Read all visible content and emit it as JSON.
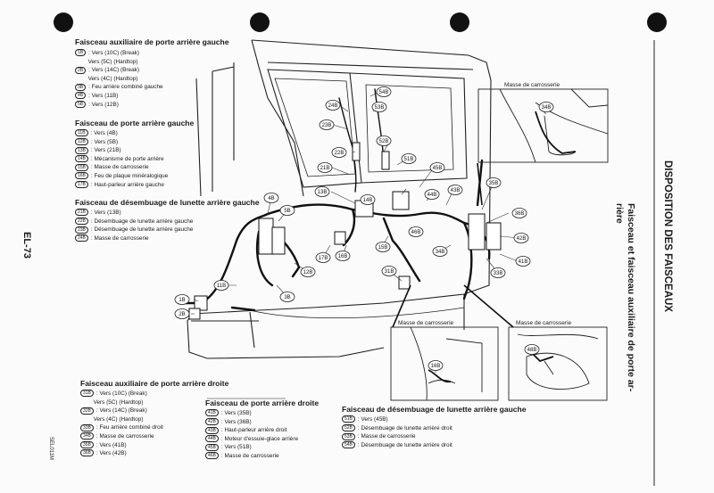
{
  "page": {
    "page_number": "EL-73",
    "side_title": "DISPOSITION DES FAISCEAUX",
    "side_subtitle_1": "Faisceau et faisceau auxiliaire de porte ar-",
    "side_subtitle_2": "rière",
    "figure_id": "SEL011M"
  },
  "sections": {
    "aux_gauche": {
      "title": "Faisceau auxiliaire de porte arrière gauche",
      "items": [
        {
          "code": "1B",
          "text": ": Vers (10C) (Break)"
        },
        {
          "code": "",
          "text": "Vers (5C) (Hardtop)"
        },
        {
          "code": "2B",
          "text": ": Vers (14C) (Break)"
        },
        {
          "code": "",
          "text": "Vers (4C) (Hardtop)"
        },
        {
          "code": "3B",
          "text": ": Feu arrière combiné gauche"
        },
        {
          "code": "4B",
          "text": ": Vers (11B)"
        },
        {
          "code": "5B",
          "text": ": Vers (12B)"
        }
      ]
    },
    "porte_gauche": {
      "title": "Faisceau de porte arrière gauche",
      "items": [
        {
          "code": "11B",
          "text": ": Vers (4B)"
        },
        {
          "code": "12B",
          "text": ": Vers (5B)"
        },
        {
          "code": "13B",
          "text": ": Vers (21B)"
        },
        {
          "code": "14B",
          "text": ": Mécanisme de porte arrière"
        },
        {
          "code": "15B",
          "text": ": Masse de carrosserie"
        },
        {
          "code": "16B",
          "text": ": Feu de plaque minéralogique"
        },
        {
          "code": "17B",
          "text": ": Haut-parleur arrière gauche"
        }
      ]
    },
    "desembuage_gauche": {
      "title": "Faisceau de désembuage de lunette arrière gauche",
      "items": [
        {
          "code": "21B",
          "text": ": Vers (13B)"
        },
        {
          "code": "22B",
          "text": ": Désembuage de lunette arrière gauche"
        },
        {
          "code": "23B",
          "text": ": Désembuage de lunette arrière gauche"
        },
        {
          "code": "24B",
          "text": ": Masse de carrosserie"
        }
      ]
    },
    "aux_droite": {
      "title": "Faisceau auxiliaire de porte arrière droite",
      "items": [
        {
          "code": "31B",
          "text": ": Vers (10C) (Break)"
        },
        {
          "code": "",
          "text": "Vers (5C) (Hardtop)"
        },
        {
          "code": "32B",
          "text": ": Vers (14C) (Break)"
        },
        {
          "code": "",
          "text": "Vers (4C) (Hardtop)"
        },
        {
          "code": "33B",
          "text": ": Feu arrière combiné droit"
        },
        {
          "code": "34B",
          "text": ": Masse de carrosserie"
        },
        {
          "code": "35B",
          "text": ": Vers (41B)"
        },
        {
          "code": "36B",
          "text": ": Vers (42B)"
        }
      ]
    },
    "porte_droite": {
      "title": "Faisceau de porte arrière droite",
      "items": [
        {
          "code": "41B",
          "text": ": Vers (35B)"
        },
        {
          "code": "42B",
          "text": ": Vers (36B)"
        },
        {
          "code": "43B",
          "text": ": Haut-parleur arrière droit"
        },
        {
          "code": "44B",
          "text": ": Moteur d'essuie-glace arrière"
        },
        {
          "code": "45B",
          "text": ": Vers (51B)"
        },
        {
          "code": "46B",
          "text": ": Masse de carrosserie"
        }
      ]
    },
    "desembuage_droite": {
      "title": "Faisceau de désembuage de lunette arrière gauche",
      "items": [
        {
          "code": "51B",
          "text": ": Vers (45B)"
        },
        {
          "code": "52B",
          "text": ": Désembuage de lunette arrière droit"
        },
        {
          "code": "53B",
          "text": ": Masse de carrosserie"
        },
        {
          "code": "54B",
          "text": ": Désembuage de lunette arrière droit"
        }
      ]
    }
  },
  "diagram": {
    "inset_top_label": "Masse de carrosserie",
    "inset_left_label": "Masse de carrosserie",
    "inset_right_label": "Masse de carrosserie",
    "callouts": [
      "1B",
      "2B",
      "3B",
      "4B",
      "5B",
      "11B",
      "12B",
      "13B",
      "14B",
      "15B",
      "16B",
      "17B",
      "21B",
      "22B",
      "23B",
      "24B",
      "31B",
      "33B",
      "34B",
      "35B",
      "36B",
      "41B",
      "42B",
      "43B",
      "44B",
      "45B",
      "46B",
      "48B",
      "51B",
      "52B",
      "53B",
      "54B"
    ]
  }
}
